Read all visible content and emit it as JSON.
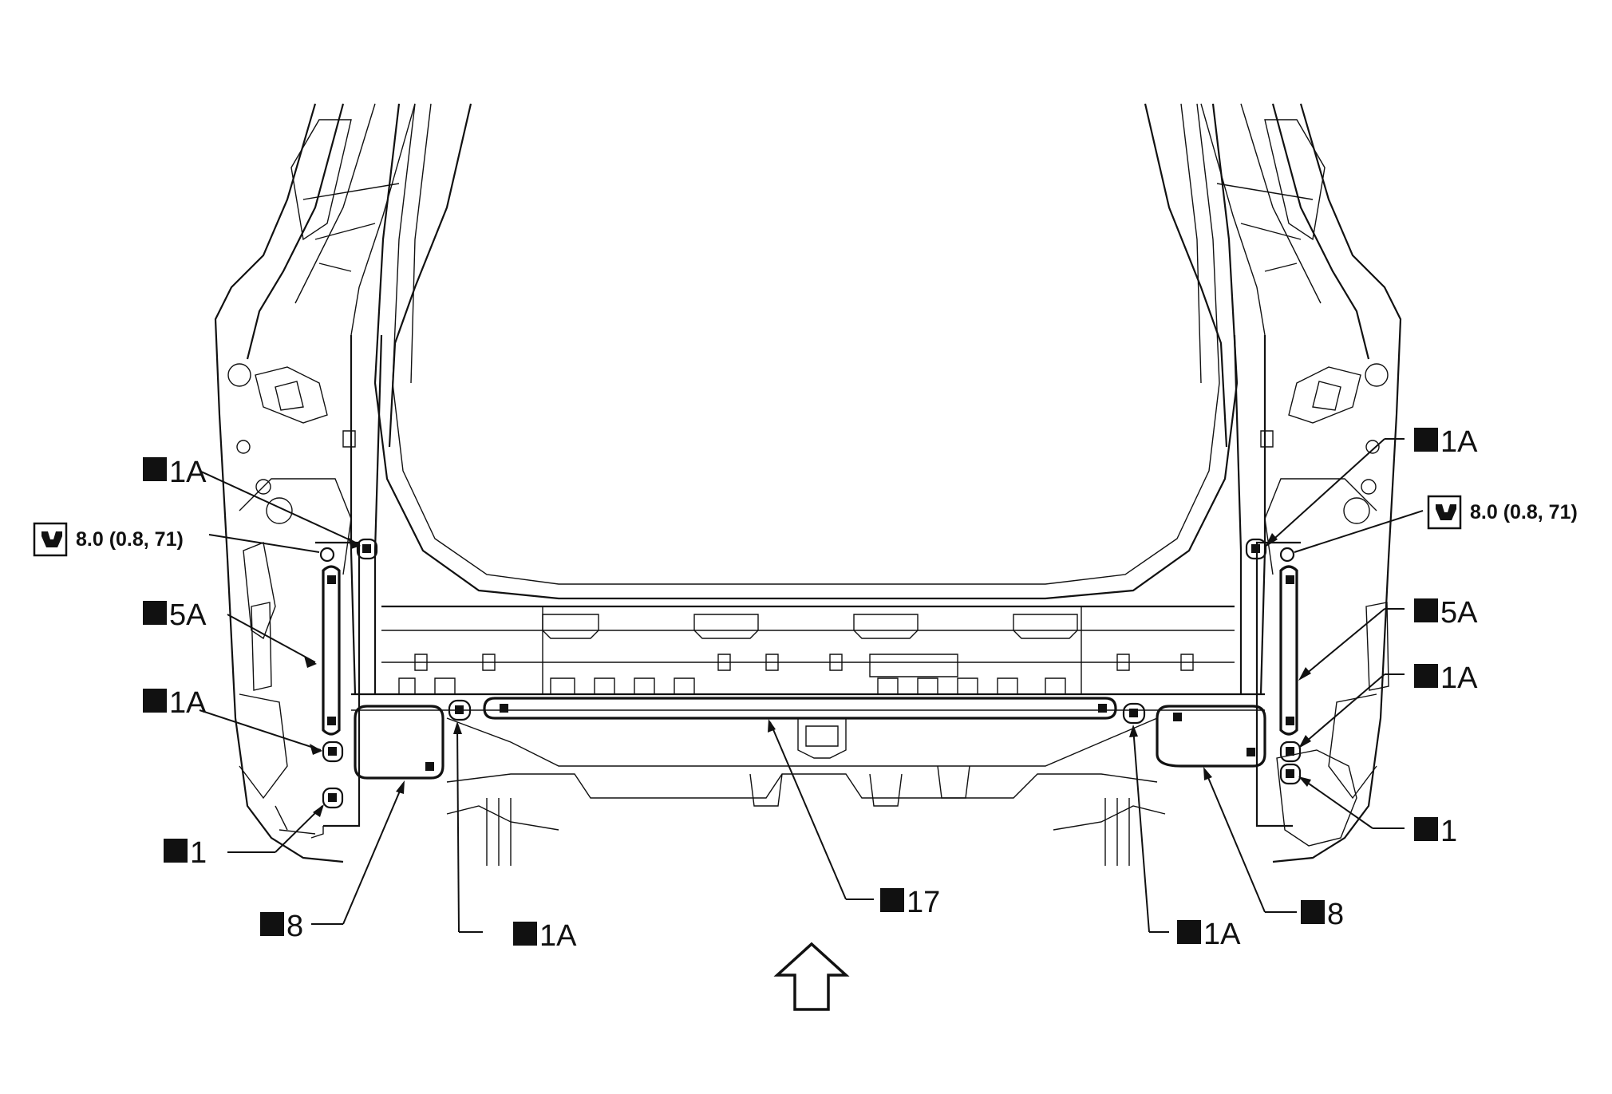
{
  "callouts": {
    "left_1a_top": "1A",
    "left_torque": "8.0 (0.8, 71)",
    "left_5a": "5A",
    "left_1a_mid": "1A",
    "left_1": "1",
    "left_8": "8",
    "center_1a_left": "1A",
    "center_17": "17",
    "center_1a_right": "1A",
    "right_8": "8",
    "right_1": "1",
    "right_1a_mid": "1A",
    "right_5a": "5A",
    "right_torque": "8.0 (0.8, 71)",
    "right_1a_top": "1A"
  },
  "icons": {
    "marker": "filled-square-marker",
    "torque": "torque-wrench-icon",
    "direction": "front-direction-arrow-icon"
  },
  "colors": {
    "ink": "#111111",
    "background": "#ffffff"
  }
}
